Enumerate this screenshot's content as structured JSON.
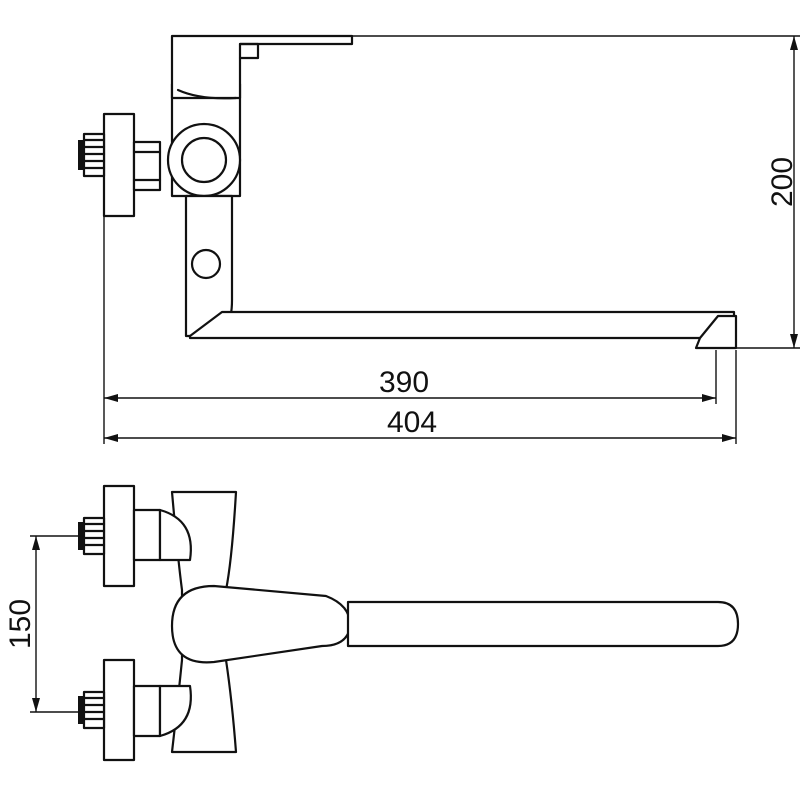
{
  "dimensions": {
    "height_label": "200",
    "length_inner_label": "390",
    "length_outer_label": "404",
    "centers_label": "150"
  },
  "colors": {
    "line": "#111111",
    "background": "#ffffff"
  }
}
